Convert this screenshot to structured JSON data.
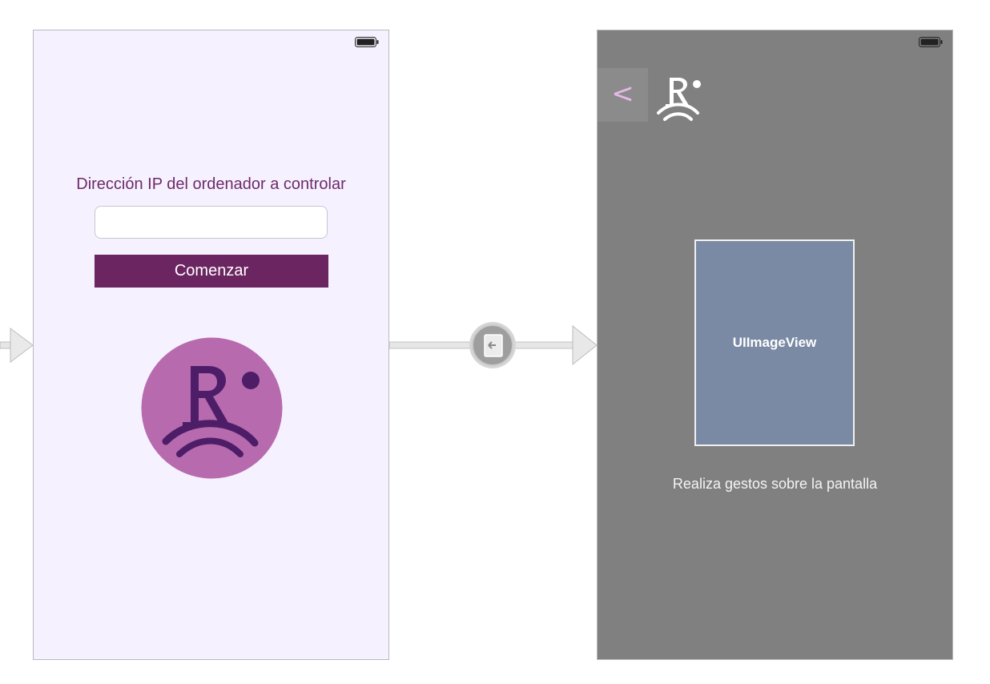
{
  "screens": {
    "connect": {
      "prompt_label": "Dirección IP del ordenador a controlar",
      "ip_input": {
        "value": "",
        "placeholder": ""
      },
      "start_button_label": "Comenzar",
      "logo_icon": "r-logo-circle-icon"
    },
    "gesture": {
      "back_button_label": "<",
      "nav_logo_icon": "r-logo-icon",
      "image_view_label": "UIImageView",
      "instruction_label": "Realiza gestos sobre la pantalla"
    }
  },
  "segue": {
    "icon": "push-segue-icon"
  },
  "colors": {
    "accent": "#6b2560",
    "logo_fill": "#b76aae",
    "logo_mark": "#4d1d68",
    "left_background": "#f5f1fe",
    "right_background": "#808080",
    "image_view": "#7a8aa4"
  }
}
